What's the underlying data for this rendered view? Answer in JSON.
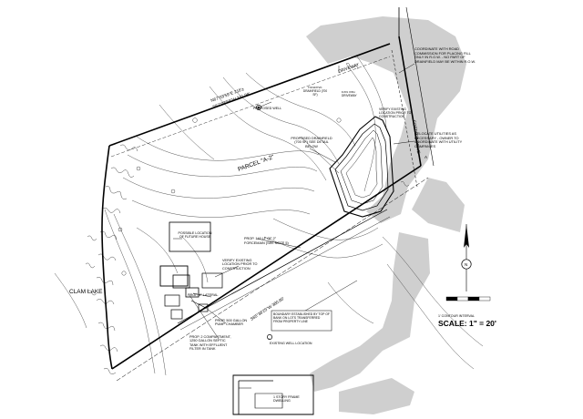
{
  "parcel_label": "PARCEL \"A-2\"",
  "lake_label": "CLAM LAKE",
  "road_label": "COTTAGE DRIVE",
  "driveway_label": "DRIVEWAY",
  "bearing_upper_1": "N67°03'59\"E  216'±",
  "bearing_upper_2": "S67°03'59\"W  241.98'",
  "bearing_lower": "S65°38'25\"W  380.90'",
  "proposed_well": "PROPOSED WELL",
  "proposed_drainfield": "PROPOSED DRAINFIELD (700 SF) SEE DETAIL BELOW",
  "reserve_drainfield": "RESERVE DRAINFIELD (700 SF)",
  "existing_driveway": "EXISTING DRIVEWAY",
  "proposed_forcemain": "PROP. 140 LF OF 2\" FORCEMAIN (SEE NOTE 5)",
  "possible_house": "POSSIBLE LOCATION OF FUTURE HOUSE",
  "verify_location": "VERIFY EXISTING LOCATION PRIOR TO CONSTRUCTION",
  "verify_location_top": "VERIFY EXISTING LOCATION PRIOR TO CONSTRUCTION",
  "prop_lateral": "PROP. 4\" LATERAL",
  "pump_chamber": "PROP. 500 GALLON PUMP CHAMBER",
  "septic_tank": "PROP. 2 COMPARTMENT, 1250 GALLON SEPTIC TANK WITH EFFLUENT FILTER IN TANK",
  "coordinate_road": "COORDINATE WITH ROAD COMMISSION FOR PLACING FILL ONLY IN R.O.W. - NO PART OF DRAINFIELD MAY BE WITHIN R.O.W.",
  "relocate_utilities": "RELOCATE UTILITIES AS NECESSARY - OWNER TO COORDINATE WITH UTILITY COMPANIES",
  "boundary_note": "BOUNDARY ESTABLISHED BY TOP OF BANK ON LOTS TRANSFERRED FROM PROPERTY LINE",
  "contour_interval": "1' CONTOUR INTERVAL",
  "scale_label": "SCALE: 1\" = 20'",
  "north_letter": "N",
  "section_letter": "A",
  "existing_well": "EXISTING WELL LOCATION"
}
